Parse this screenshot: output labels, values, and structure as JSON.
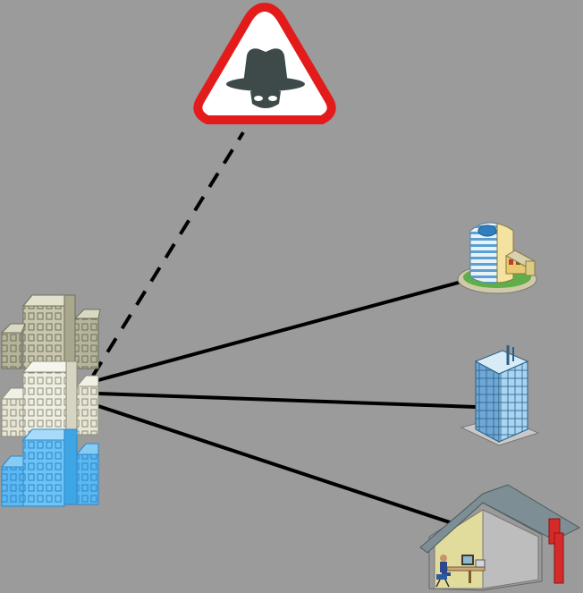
{
  "diagram": {
    "background_color": "#9b9b9b",
    "threat_node": {
      "icon": "hacker-warning-icon",
      "border_color": "#e31b1b",
      "fill_color": "#ffffff",
      "figure_color": "#3e4a4a"
    },
    "source_node": {
      "icon": "office-buildings-cluster-icon"
    },
    "targets": [
      {
        "icon": "curved-office-tower-icon"
      },
      {
        "icon": "glass-skyscraper-icon"
      },
      {
        "icon": "home-office-icon"
      }
    ],
    "links": [
      {
        "from": "source",
        "to": "threat",
        "style": "dashed"
      },
      {
        "from": "source",
        "to": "curved-office-tower",
        "style": "solid"
      },
      {
        "from": "source",
        "to": "glass-skyscraper",
        "style": "solid"
      },
      {
        "from": "source",
        "to": "home-office",
        "style": "solid"
      }
    ]
  }
}
